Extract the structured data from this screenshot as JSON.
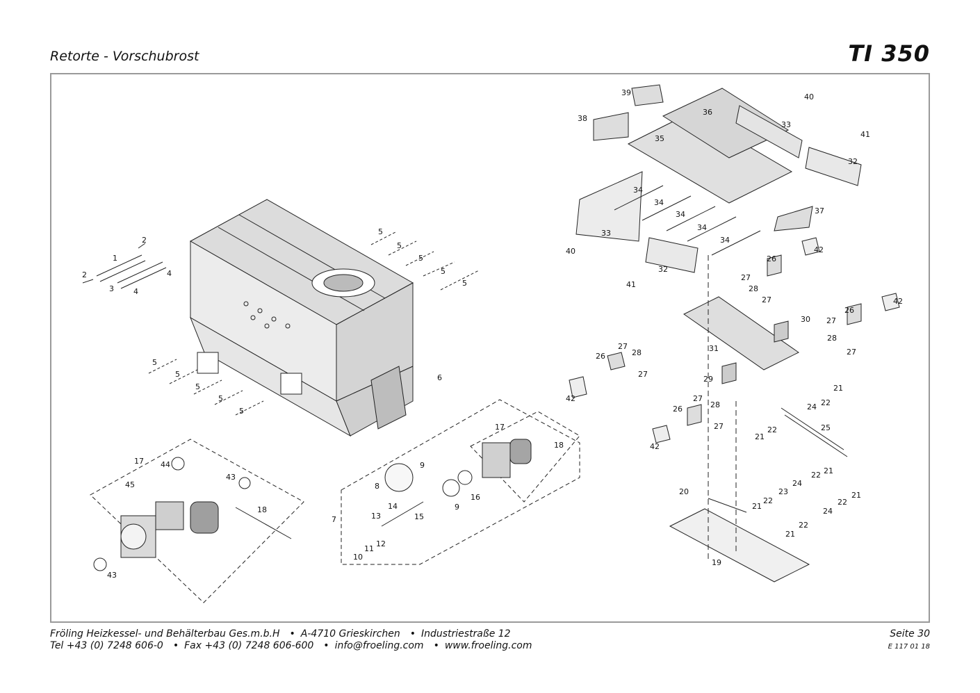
{
  "header": {
    "title": "Retorte - Vorschubrost",
    "model": "TI 350"
  },
  "footer": {
    "line1": [
      "Fröling Heizkessel- und Behälterbau Ges.m.b.H",
      "A-4710 Grieskirchen",
      "Industriestraße 12"
    ],
    "line2": [
      "Tel +43 (0) 7248 606-0",
      "Fax +43 (0) 7248 606-600",
      "info@froeling.com",
      "www.froeling.com"
    ],
    "separator": "•",
    "page": "Seite 30",
    "doc_code": "E 117 01 18"
  },
  "callouts": [
    "1",
    "2",
    "2",
    "3",
    "4",
    "4",
    "5",
    "5",
    "5",
    "5",
    "5",
    "5",
    "5",
    "5",
    "5",
    "5",
    "6",
    "7",
    "8",
    "9",
    "9",
    "10",
    "11",
    "12",
    "13",
    "14",
    "15",
    "16",
    "17",
    "17",
    "18",
    "18",
    "19",
    "20",
    "21",
    "21",
    "21",
    "21",
    "21",
    "21",
    "22",
    "22",
    "22",
    "22",
    "22",
    "22",
    "23",
    "24",
    "24",
    "24",
    "25",
    "26",
    "26",
    "26",
    "26",
    "27",
    "27",
    "27",
    "27",
    "27",
    "27",
    "27",
    "27",
    "28",
    "28",
    "28",
    "28",
    "29",
    "30",
    "31",
    "32",
    "32",
    "33",
    "33",
    "34",
    "34",
    "34",
    "34",
    "34",
    "35",
    "36",
    "37",
    "38",
    "39",
    "40",
    "40",
    "41",
    "41",
    "42",
    "42",
    "42",
    "42",
    "43",
    "43",
    "44",
    "45"
  ],
  "icons": {
    "exploded_view": "exploded-parts-diagram"
  }
}
